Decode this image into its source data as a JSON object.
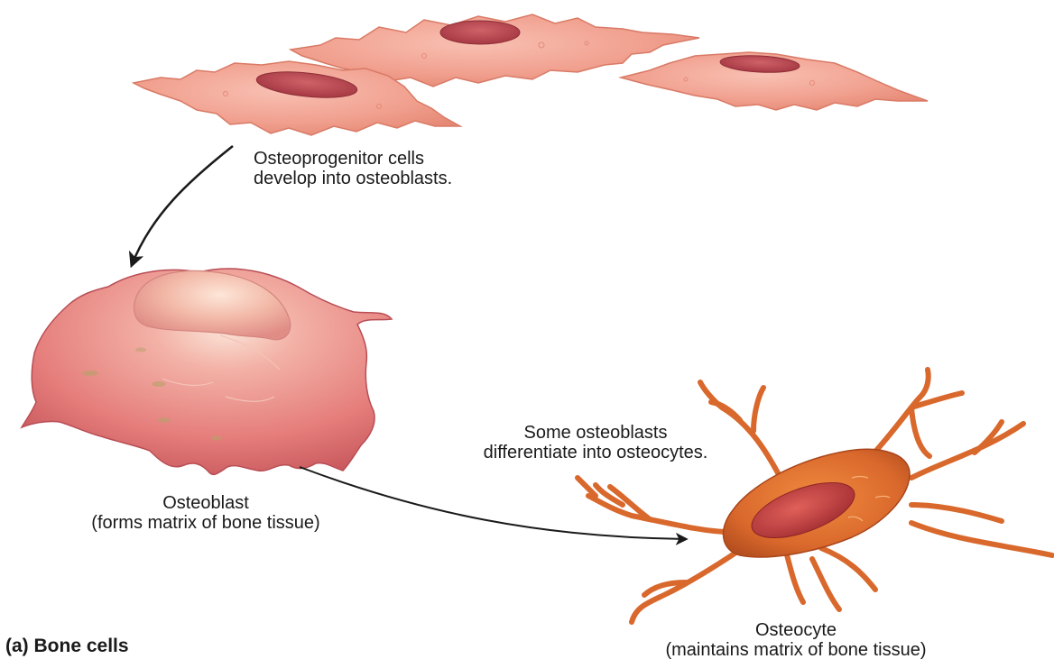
{
  "figure": {
    "step1_text": [
      "Osteoprogenitor cells",
      "develop into osteoblasts."
    ],
    "osteoblast_label": [
      "Osteoblast",
      "(forms matrix of bone tissue)"
    ],
    "step2_text": [
      "Some osteoblasts",
      "differentiate into osteocytes."
    ],
    "osteocyte_label": [
      "Osteocyte",
      "(maintains matrix of bone tissue)"
    ],
    "caption": "(a) Bone cells"
  },
  "colors": {
    "progenitor_fill": "#f1a08f",
    "progenitor_nucleus": "#b8454f",
    "osteoblast_fill": "#e57d7b",
    "osteoblast_nucleus": "#f2b7a6",
    "osteocyte_fill": "#d9682c",
    "osteocyte_nucleus": "#c0393a",
    "arrow": "#1a1a1a"
  }
}
